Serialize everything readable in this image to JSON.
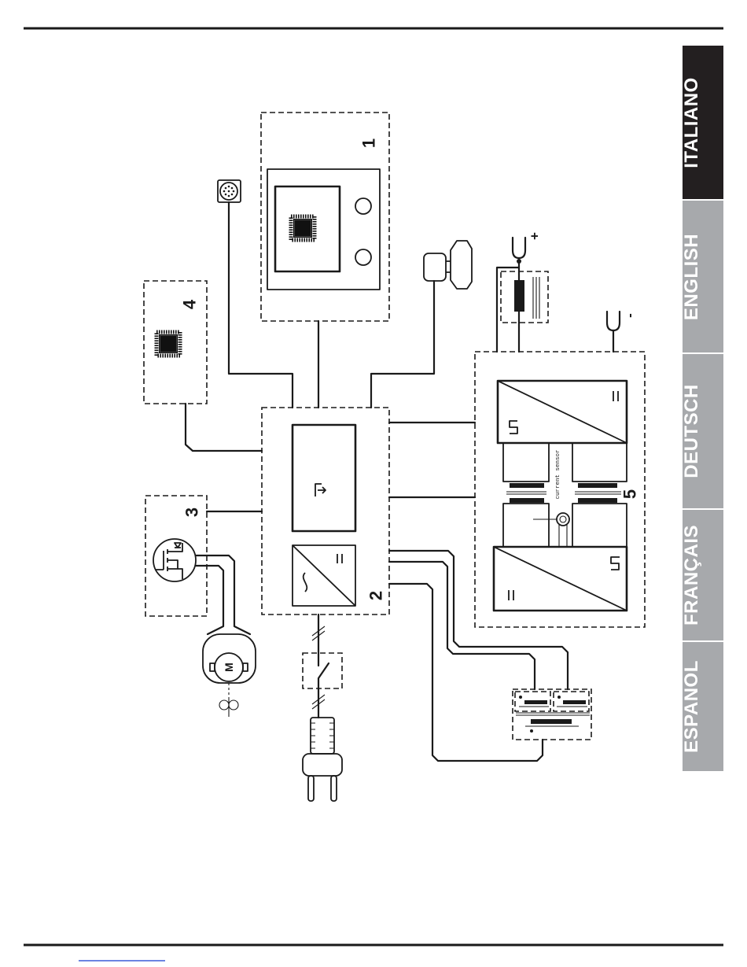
{
  "language_tabs": [
    {
      "label": "ITALIANO",
      "active": true
    },
    {
      "label": "ENGLISH",
      "active": false
    },
    {
      "label": "DEUTSCH",
      "active": false
    },
    {
      "label": "FRANÇAIS",
      "active": false
    },
    {
      "label": "ESPANOL",
      "active": false
    }
  ],
  "diagram": {
    "block_labels": [
      "1",
      "2",
      "3",
      "4",
      "5"
    ],
    "motor_label": "M",
    "current_sensor_label": "current sensor",
    "output_positive_sign": "+",
    "output_negative_sign": "-"
  },
  "icons": {
    "microcontroller": "chip-icon",
    "knob": "knob-icon",
    "connector": "circular-connector-icon",
    "gas_valve": "gas-valve-icon",
    "power_transistor": "mosfet-icon",
    "motor": "motor-icon",
    "fan": "fan-icon",
    "switch": "switch-icon",
    "plug": "mains-plug-icon",
    "inductor": "inductor-icon",
    "transformer": "transformer-icon",
    "converter": "converter-icon"
  },
  "colors": {
    "active_tab": "#231f20",
    "inactive_tab": "#a7a9ac",
    "tab_text": "#ffffff",
    "line": "#1a1a1a",
    "footer_link": "#3a5bd9"
  }
}
